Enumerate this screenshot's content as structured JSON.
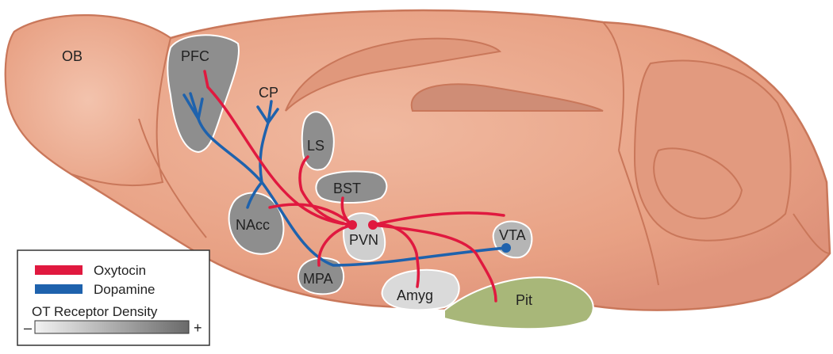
{
  "labels": {
    "ob": "OB",
    "pfc": "PFC",
    "cp": "CP",
    "ls": "LS",
    "bst": "BST",
    "nacc": "NAcc",
    "pvn": "PVN",
    "vta": "VTA",
    "mpa": "MPA",
    "amyg": "Amyg",
    "pit": "Pit"
  },
  "legend": {
    "oxytocin_label": "Oxytocin",
    "dopamine_label": "Dopamine",
    "density_title": "OT Receptor Density",
    "minus": "–",
    "plus": "+"
  },
  "colors": {
    "brain": "#e8a184",
    "brain_outline": "#c9775a",
    "oxytocin": "#e0193f",
    "dopamine": "#1e62ad",
    "pituitary": "#a8b779",
    "region_dark": "#8e8e8e",
    "region_light": "#cfcfcf"
  }
}
